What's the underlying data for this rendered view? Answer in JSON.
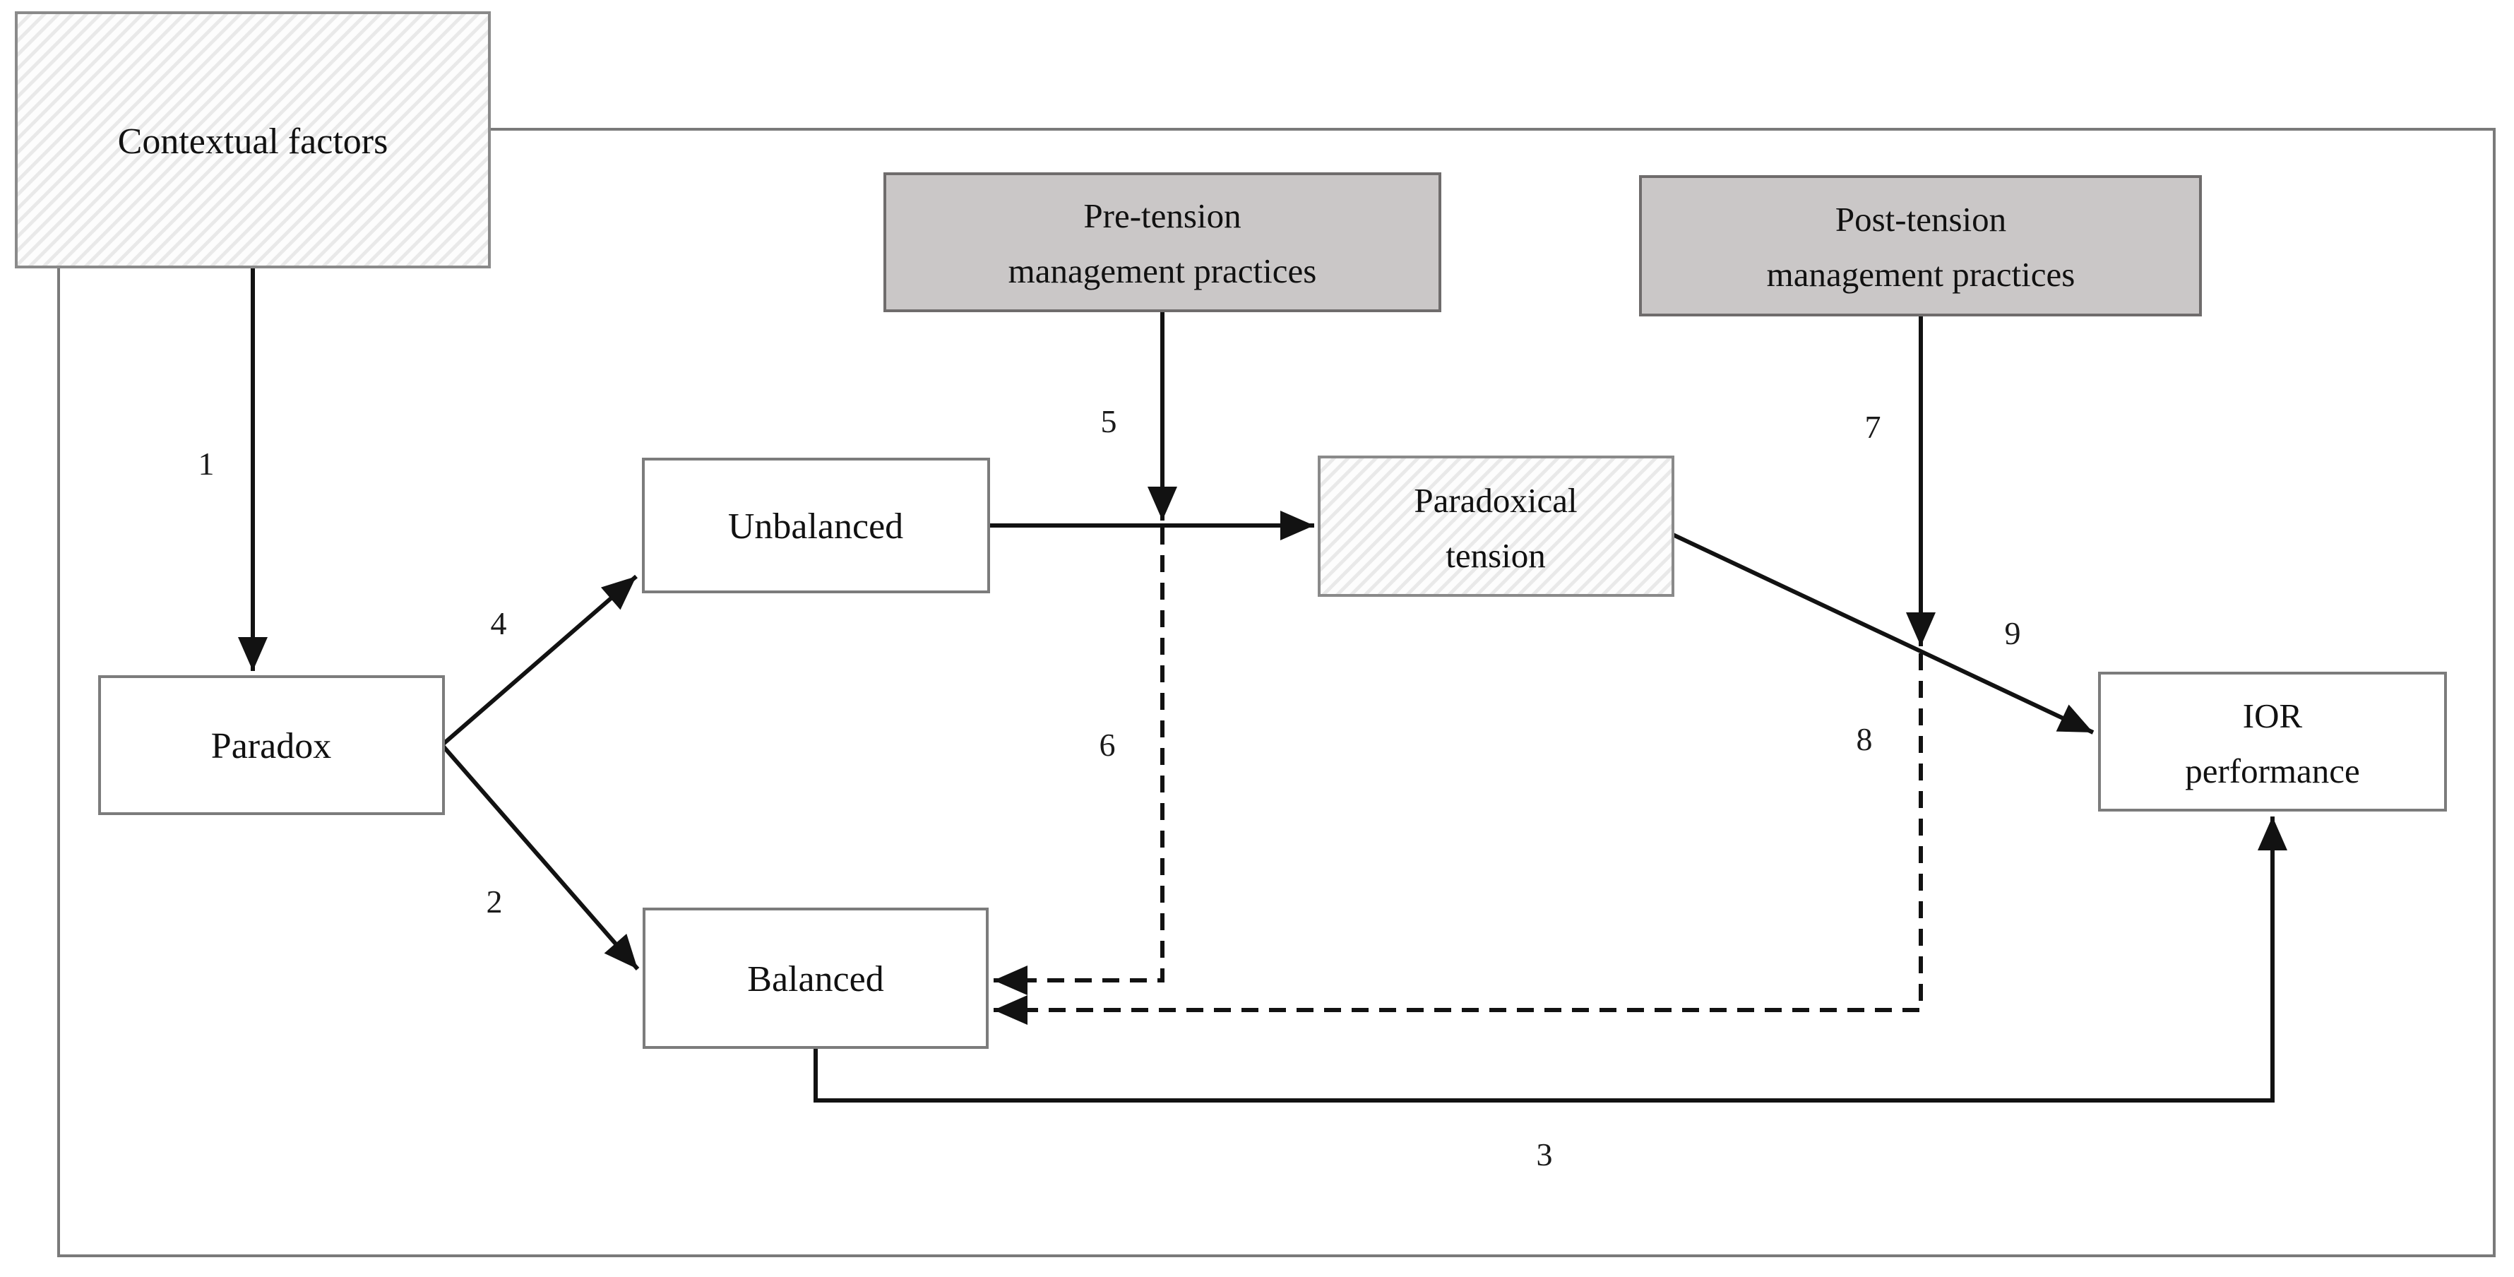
{
  "diagram": {
    "colors": {
      "background": "#ffffff",
      "frame_border": "#7a7a7a",
      "box_border": "#7c7c7c",
      "management_box_fill": "#cac7c7",
      "hatch_stripe": "#e9e9e9",
      "line": "#121212",
      "text": "#111111"
    },
    "boxes": {
      "contextual": {
        "label": "Contextual factors",
        "style": "hatched"
      },
      "pretension": {
        "line1": "Pre-tension",
        "line2": "management practices",
        "style": "gray"
      },
      "posttension": {
        "line1": "Post-tension",
        "line2": "management practices",
        "style": "gray"
      },
      "unbalanced": {
        "label": "Unbalanced",
        "style": "plain"
      },
      "paradoxical": {
        "line1": "Paradoxical",
        "line2": "tension",
        "style": "hatched"
      },
      "paradox": {
        "label": "Paradox",
        "style": "plain"
      },
      "balanced": {
        "label": "Balanced",
        "style": "plain"
      },
      "ior": {
        "line1": "IOR",
        "line2": "performance",
        "style": "plain"
      }
    },
    "edges": [
      {
        "number": "1",
        "from": "Contextual factors",
        "to": "Paradox",
        "style": "solid"
      },
      {
        "number": "2",
        "from": "Paradox",
        "to": "Balanced",
        "style": "solid"
      },
      {
        "number": "3",
        "from": "Balanced",
        "to": "IOR performance",
        "style": "solid"
      },
      {
        "number": "4",
        "from": "Paradox",
        "to": "Unbalanced",
        "style": "solid"
      },
      {
        "number": "5",
        "from": "Pre-tension management practices",
        "to": "Unbalanced-Paradoxical tension link",
        "style": "solid"
      },
      {
        "number": "6",
        "from": "Pre-tension management practices",
        "to": "Balanced",
        "style": "dashed"
      },
      {
        "number": "7",
        "from": "Post-tension management practices",
        "to": "Paradoxical tension-IOR performance link",
        "style": "solid"
      },
      {
        "number": "8",
        "from": "Post-tension management practices",
        "to": "Balanced",
        "style": "dashed"
      },
      {
        "number": "9",
        "from": "Paradoxical tension",
        "to": "IOR performance",
        "style": "solid"
      },
      {
        "number": "",
        "from": "Unbalanced",
        "to": "Paradoxical tension",
        "style": "solid"
      }
    ]
  }
}
